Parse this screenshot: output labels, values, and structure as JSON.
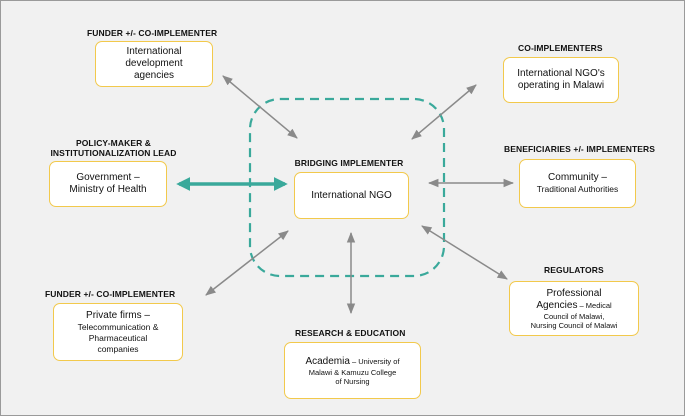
{
  "bridging": {
    "role": "BRIDGING IMPLEMENTER",
    "name": "International NGO"
  },
  "funder_top": {
    "role": "FUNDER  +/-  CO-IMPLEMENTER",
    "line1": "International",
    "line2": "development",
    "line3": "agencies"
  },
  "co_implementers": {
    "role": "CO-IMPLEMENTERS",
    "line1": "International NGO's",
    "line2": "operating in Malawi"
  },
  "policy": {
    "role_line1": "POLICY-MAKER &",
    "role_line2": "INSTITUTIONALIZATION LEAD",
    "line1": "Government –",
    "line2": "Ministry of Health"
  },
  "beneficiaries": {
    "role": "BENEFICIARIES +/- IMPLEMENTERS",
    "line1": "Community –",
    "line2": "Traditional Authorities"
  },
  "funder_bottom": {
    "role": "FUNDER  +/-  CO-IMPLEMENTER",
    "line1": "Private firms –",
    "line2": "Telecommunication &",
    "line3": "Pharmaceutical",
    "line4": "companies"
  },
  "research": {
    "role": "RESEARCH & EDUCATION",
    "line1_main": "Academia",
    "line1_sub": " – University of",
    "line2": "Malawi & Kamuzu College",
    "line3": "of Nursing"
  },
  "regulators": {
    "role": "REGULATORS",
    "line1": "Professional",
    "line2_main": "Agencies",
    "line2_sub": " – Medical",
    "line3": "Council of Malawi,",
    "line4": "Nursing Council of Malawi"
  },
  "colors": {
    "box_border": "#f2c94c",
    "teal": "#3aa99b",
    "arrow_gray": "#8a8a8a",
    "background": "#f1f1f1"
  }
}
